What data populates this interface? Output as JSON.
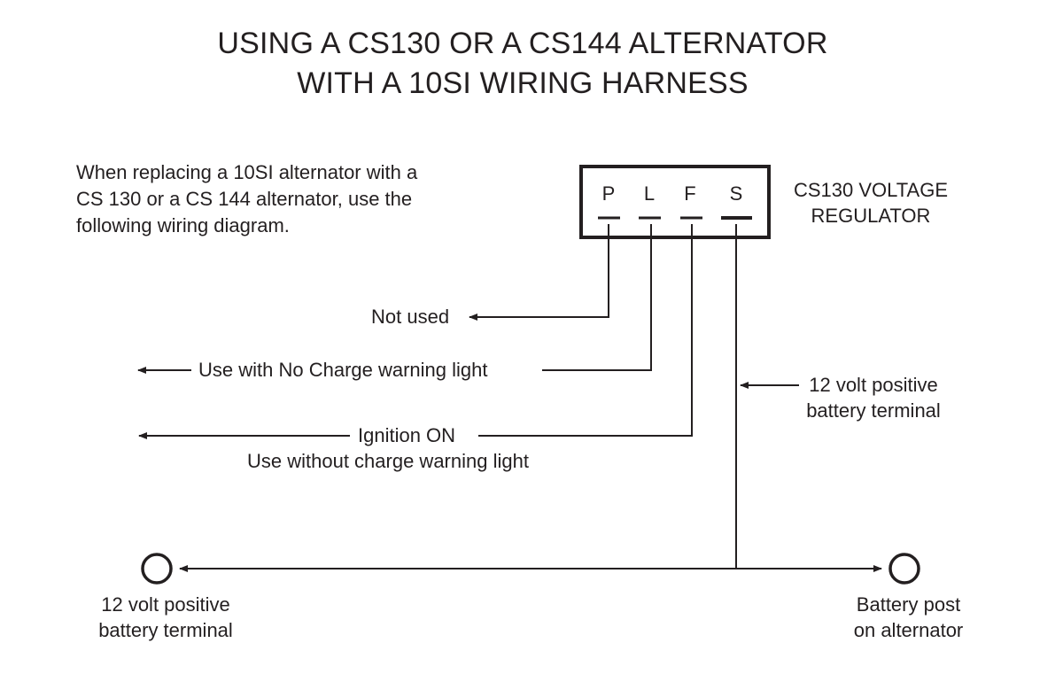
{
  "title": {
    "line1": "USING A CS130 OR A CS144  ALTERNATOR",
    "line2": "WITH A 10SI WIRING HARNESS"
  },
  "intro": {
    "line1": "When replacing a 10SI alternator with a",
    "line2": "CS 130 or a CS 144 alternator, use the",
    "line3": "following wiring diagram."
  },
  "regulator": {
    "label_line1": "CS130 VOLTAGE",
    "label_line2": "REGULATOR",
    "pins": [
      "P",
      "L",
      "F",
      "S"
    ]
  },
  "wires": {
    "p_label": "Not used",
    "l_label": "Use with No Charge warning light",
    "f_label_line1": "Ignition ON",
    "f_label_line2": "Use without charge warning light",
    "s_label_line1": "12 volt positive",
    "s_label_line2": "battery terminal"
  },
  "terminals": {
    "left_line1": "12 volt positive",
    "left_line2": "battery terminal",
    "right_line1": "Battery post",
    "right_line2": "on alternator"
  }
}
